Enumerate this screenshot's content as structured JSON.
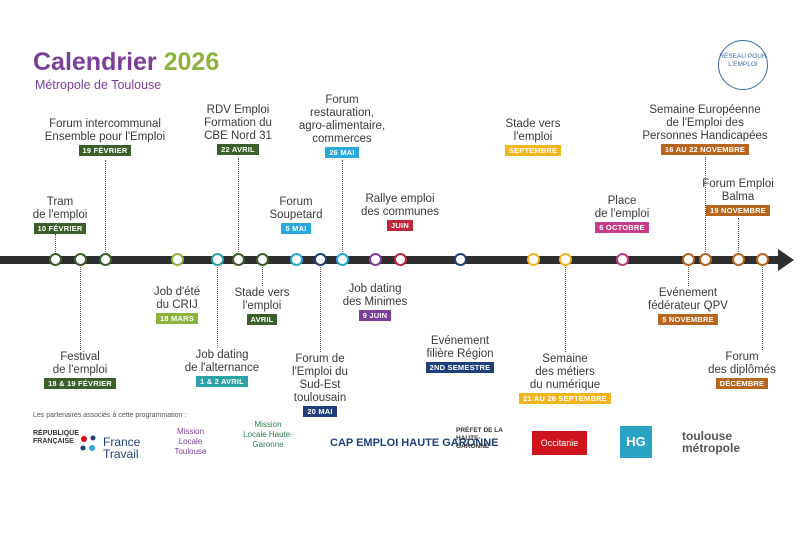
{
  "header": {
    "title": "Calendrier",
    "year": "2026",
    "subtitle": "Métropole de Toulouse"
  },
  "stamp_text": "RÉSEAU POUR L'EMPLOI",
  "colors": {
    "purple": "#7b3f98",
    "green": "#8cb43c",
    "dark_green": "#3b5e2b",
    "teal": "#2ba3a5",
    "cyan": "#29a8dc",
    "dark_blue": "#1f3f7a",
    "red": "#c0263a",
    "pink": "#c63c88",
    "yellow": "#f2b51e",
    "brown": "#b8651e",
    "gray_line": "#2e2e2e"
  },
  "events": [
    {
      "lines": [
        "Tram",
        "de l'emploi"
      ],
      "badge": "10 FÉVRIER",
      "color": "#3b5e2b"
    },
    {
      "lines": [
        "Forum intercommunal",
        "Ensemble pour l'Emploi"
      ],
      "badge": "19 FÉVRIER",
      "color": "#3b5e2b"
    },
    {
      "lines": [
        "Festival",
        "de l'emploi"
      ],
      "badge": "18 & 19 FÉVRIER",
      "color": "#3b5e2b"
    },
    {
      "lines": [
        "Job d'été",
        "du CRIJ"
      ],
      "badge": "18 MARS",
      "color": "#8cb43c"
    },
    {
      "lines": [
        "RDV Emploi",
        "Formation du",
        "CBE Nord 31"
      ],
      "badge": "22 AVRIL",
      "color": "#3b5e2b"
    },
    {
      "lines": [
        "Job dating",
        "de l'alternance"
      ],
      "badge": "1 & 2 AVRIL",
      "color": "#2ba3a5"
    },
    {
      "lines": [
        "Stade vers",
        "l'emploi"
      ],
      "badge": "AVRIL",
      "color": "#3b5e2b"
    },
    {
      "lines": [
        "Forum",
        "Soupetard"
      ],
      "badge": "5 MAI",
      "color": "#29a8dc"
    },
    {
      "lines": [
        "Forum",
        "restauration,",
        "agro-alimentaire,",
        "commerces"
      ],
      "badge": "26 MAI",
      "color": "#29a8dc"
    },
    {
      "lines": [
        "Forum de",
        "l'Emploi du",
        "Sud-Est",
        "toulousain"
      ],
      "badge": "20 MAI",
      "color": "#1f3f7a"
    },
    {
      "lines": [
        "Rallye emploi",
        "des communes"
      ],
      "badge": "JUIN",
      "color": "#c0263a"
    },
    {
      "lines": [
        "Job dating",
        "des Minimes"
      ],
      "badge": "9 JUIN",
      "color": "#7b3f98"
    },
    {
      "lines": [
        "Evénement",
        "filière Région"
      ],
      "badge": "2ND SEMESTRE",
      "color": "#1f3f7a"
    },
    {
      "lines": [
        "Stade vers",
        "l'emploi"
      ],
      "badge": "SEPTEMBRE",
      "color": "#f2b51e"
    },
    {
      "lines": [
        "Semaine",
        "des métiers",
        "du numérique"
      ],
      "badge": "21 AU 26 SEPTEMBRE",
      "color": "#f2b51e"
    },
    {
      "lines": [
        "Place",
        "de l'emploi"
      ],
      "badge": "6 OCTOBRE",
      "color": "#c63c88"
    },
    {
      "lines": [
        "Semaine Européenne",
        "de l'Emploi des",
        "Personnes Handicapées"
      ],
      "badge": "16 AU 22 NOVEMBRE",
      "color": "#b8651e"
    },
    {
      "lines": [
        "Evénement",
        "fédérateur QPV"
      ],
      "badge": "5 NOVEMBRE",
      "color": "#b8651e"
    },
    {
      "lines": [
        "Forum Emploi",
        "Balma"
      ],
      "badge": "19 NOVEMBRE",
      "color": "#b8651e"
    },
    {
      "lines": [
        "Forum",
        "des diplômés"
      ],
      "badge": "DÉCEMBRE",
      "color": "#b8651e"
    }
  ],
  "partners": {
    "label": "Les partenaires associés à cette programmation :",
    "logos": [
      {
        "text": "RÉPUBLIQUE FRANÇAISE"
      },
      {
        "text": "France Travail"
      },
      {
        "text": "Mission Locale Toulouse"
      },
      {
        "text": "Mission Locale Haute-Garonne"
      },
      {
        "text": "CAP EMPLOI HAUTE GARONNE"
      },
      {
        "text": "PRÉFET DE LA HAUTE-GARONNE"
      },
      {
        "text": "Occitanie"
      },
      {
        "text": "HG"
      },
      {
        "text": "toulouse métropole"
      }
    ]
  }
}
